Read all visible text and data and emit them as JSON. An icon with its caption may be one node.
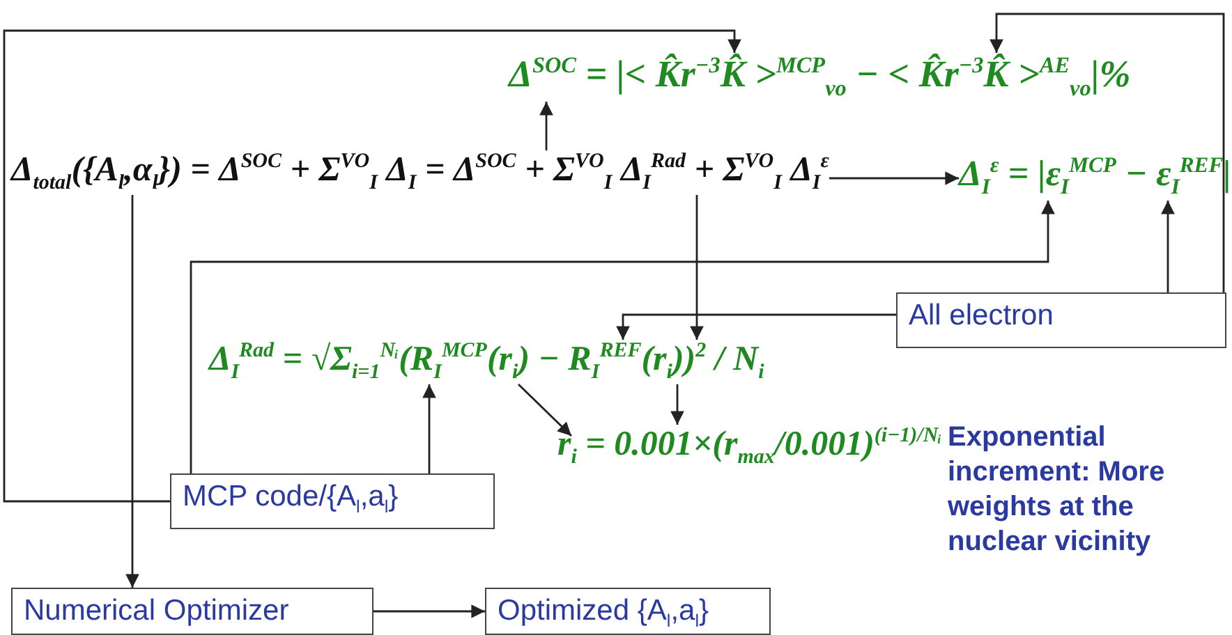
{
  "diagram": {
    "nodes": [
      {
        "text": [
          "Δ$_{total}$({A$_{l}$,α$_{l}$}) = Δ$^{SOC}$ + Σ$^{VO}$$_{I}$ Δ$_{I}$ = Δ$^{SOC}$ + Σ$^{VO}$$_{I}$ Δ$_{I}$$^{Rad}$ + Σ$^{VO}$$_{I}$ Δ$_{I}$$^{ε}$"
        ]
      },
      {
        "text": [
          "Δ$^{SOC}$ = |< K̂r$^{−3}$K̂ >$^{MCP}$$_{vo}$ − < K̂r$^{−3}$K̂ >$^{AE}$$_{vo}$|%"
        ]
      },
      {
        "text": [
          "Δ$_{I}$$^{ε}$ = |ε$_{I}$$^{MCP}$ − ε$_{I}$$^{REF}$|"
        ]
      },
      {
        "text": [
          "All electron"
        ]
      },
      {
        "text": [
          "Δ$_{I}$$^{Rad}$ = √Σ$_{i=1}$$^{Nᵢ}$(R$_{I}$$^{MCP}$(r$_{i}$) − R$_{I}$$^{REF}$(r$_{i}$))$^{2}$ / N$_{i}$"
        ]
      },
      {
        "text": [
          "r$_{i}$ = 0.001×(r$_{max}$/0.001)$^{(i−1)/Nᵢ}$"
        ],
        "beside": [
          "Exponential increment: More weights at the nuclear vicinity"
        ]
      },
      {
        "text": [
          "MCP code/{A$_{l}$,a$_{l}$}"
        ]
      },
      {
        "text": [
          "Numerical Optimizer"
        ]
      },
      {
        "text": [
          "Optimized {A$_{l}$,a$_{l}$}"
        ]
      }
    ],
    "edges": [
      {
        "from": 0,
        "to": 7,
        "arrow": "to"
      },
      {
        "from": 7,
        "to": 8,
        "arrow": "to"
      },
      {
        "from": 0,
        "to": 1,
        "arrow": "to"
      },
      {
        "from": 0,
        "to": 4,
        "arrow": "to"
      },
      {
        "from": 0,
        "to": 2,
        "arrow": "to"
      },
      {
        "from": 6,
        "to": 1,
        "arrow": "to"
      },
      {
        "from": 6,
        "to": 2,
        "arrow": "to"
      },
      {
        "from": 6,
        "to": 4,
        "arrow": "to"
      },
      {
        "from": 3,
        "to": 1,
        "arrow": "to"
      },
      {
        "from": 3,
        "to": 2,
        "arrow": "to"
      },
      {
        "from": 3,
        "to": 4,
        "arrow": "to"
      },
      {
        "from": 4,
        "to": 5,
        "arrow": "to"
      },
      {
        "from": 4,
        "to": 5,
        "arrow": "to"
      }
    ]
  }
}
